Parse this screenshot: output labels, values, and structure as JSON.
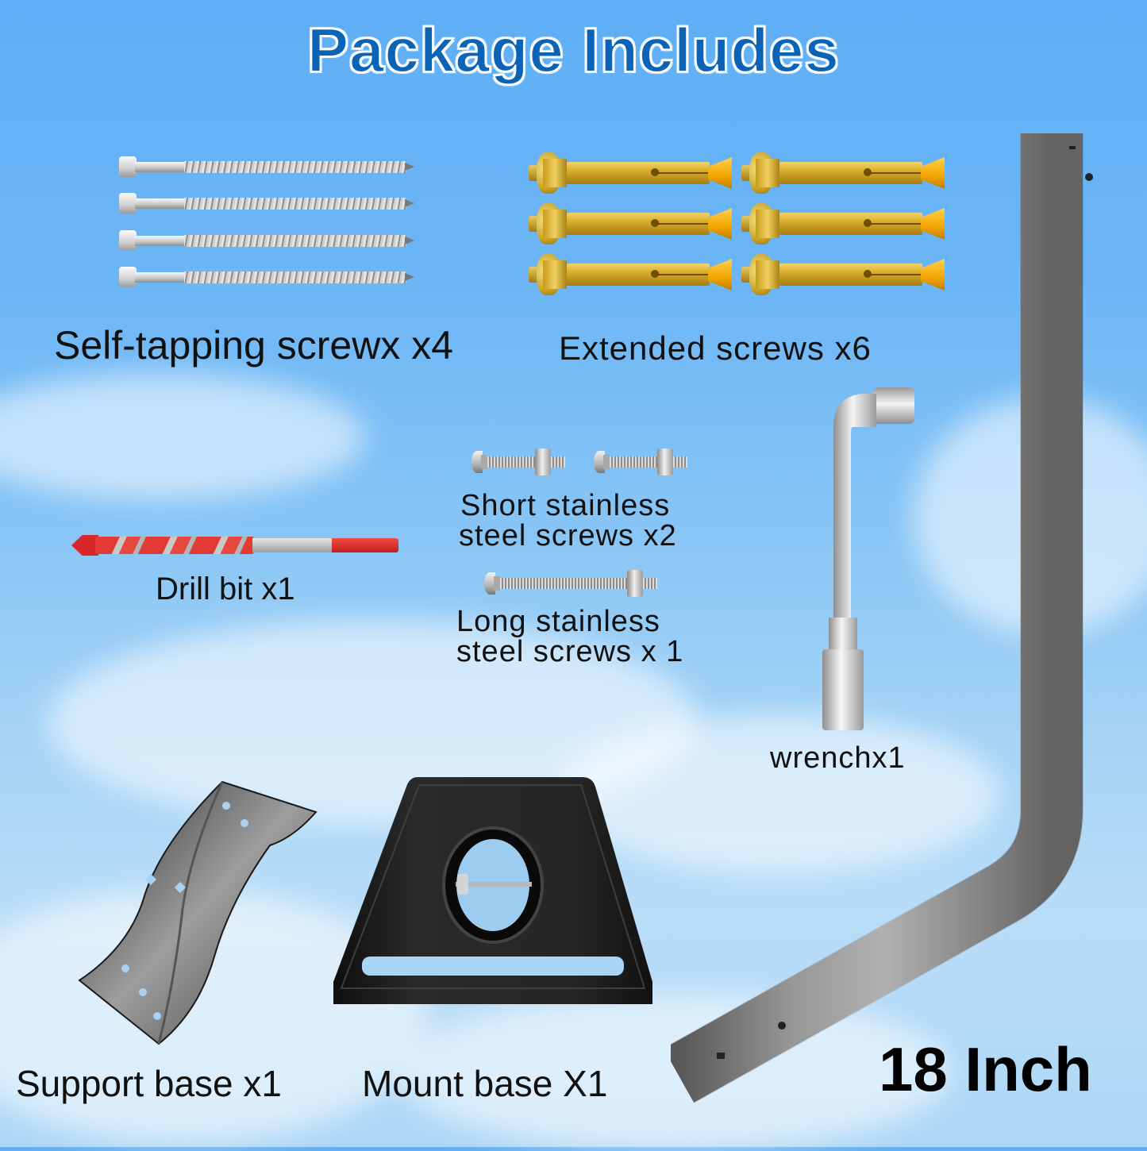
{
  "header": {
    "title": "Package Includes"
  },
  "items": [
    {
      "id": "self-tapping-screws",
      "label": "Self-tapping screwx x4",
      "quantity": 4,
      "icon": "lag-screw-icon"
    },
    {
      "id": "extended-screws",
      "label": "Extended screws x6",
      "quantity": 6,
      "icon": "expansion-anchor-icon"
    },
    {
      "id": "short-stainless-screws",
      "label_line1": "Short stainless",
      "label_line2": "steel screws x2",
      "quantity": 2,
      "icon": "short-bolt-icon"
    },
    {
      "id": "long-stainless-screws",
      "label_line1": "Long stainless",
      "label_line2": "steel screws x 1",
      "quantity": 1,
      "icon": "long-bolt-icon"
    },
    {
      "id": "drill-bit",
      "label": "Drill bit x1",
      "quantity": 1,
      "icon": "drill-bit-icon"
    },
    {
      "id": "wrench",
      "label": "wrenchx1",
      "quantity": 1,
      "icon": "socket-wrench-icon"
    },
    {
      "id": "support-base",
      "label": "Support base x1",
      "quantity": 1,
      "icon": "support-bracket-icon"
    },
    {
      "id": "mount-base",
      "label": "Mount base X1",
      "quantity": 1,
      "icon": "mount-base-icon"
    },
    {
      "id": "mounting-pole",
      "label": "18 Inch",
      "icon": "j-pole-mast-icon"
    }
  ],
  "colors": {
    "title_fill": "#0b63b6",
    "title_outline": "#ffffff",
    "sky_top": "#5faef5",
    "sky_bottom": "#aed7f6",
    "label_text": "#111111",
    "anchor_gold": "#d8ac2b",
    "drill_red": "#d8262a",
    "pole_gray": "#8a8a8a",
    "mount_black": "#1c1c1c"
  }
}
